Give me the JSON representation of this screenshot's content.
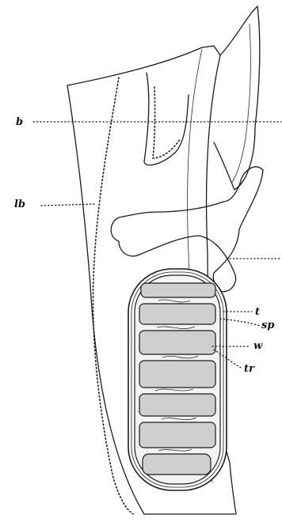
{
  "labels": {
    "b": "b",
    "lb": "lb",
    "t": "t",
    "sp": "sp",
    "w": "w",
    "tr": "tr"
  },
  "colors": {
    "ink": "#1a1a1a",
    "background": "#ffffff",
    "stipple": "#cfcfcf"
  }
}
